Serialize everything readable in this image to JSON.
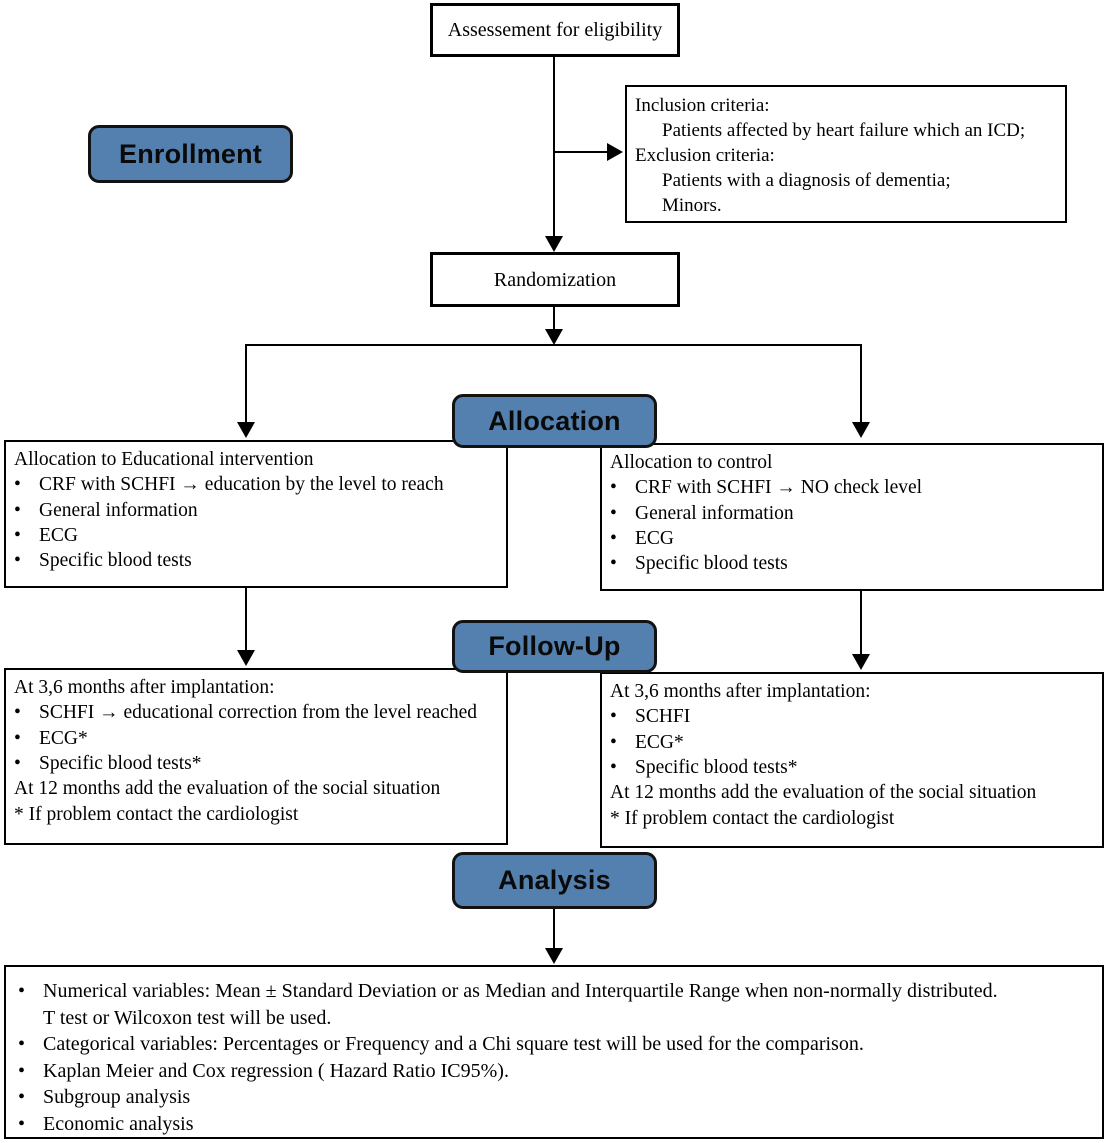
{
  "ui": {
    "accent_blue": "#5380af",
    "border_color": "#000000",
    "bullet_char": "•"
  },
  "flow": {
    "eligibility_box": {
      "label": "Assessement for eligibility"
    },
    "enrollment_stage": {
      "label": "Enrollment"
    },
    "criteria_box": {
      "lines": [
        {
          "indent": false,
          "text": "Inclusion criteria:"
        },
        {
          "indent": true,
          "text": "Patients affected by heart failure which an ICD;"
        },
        {
          "indent": false,
          "text": "Exclusion criteria:"
        },
        {
          "indent": true,
          "text": "Patients with a diagnosis of dementia;"
        },
        {
          "indent": true,
          "text": "Minors."
        }
      ]
    },
    "randomization_box": {
      "label": "Randomization"
    },
    "allocation_stage": {
      "label": "Allocation"
    },
    "allocation_intervention": {
      "title": "Allocation to Educational intervention",
      "bullets": [
        "CRF with SCHFI → education by the level to reach",
        "General information",
        "ECG",
        "Specific blood tests"
      ]
    },
    "allocation_control": {
      "title": "Allocation to control",
      "bullets": [
        "CRF with SCHFI → NO check level",
        "General information",
        "ECG",
        "Specific blood tests"
      ]
    },
    "followup_stage": {
      "label": "Follow-Up"
    },
    "followup_intervention": {
      "title": "At 3,6 months after implantation:",
      "bullets": [
        "SCHFI → educational correction from the level reached",
        "ECG*",
        "Specific blood tests*"
      ],
      "notes": [
        "At 12 months add the evaluation of the social situation",
        "* If problem contact the cardiologist"
      ]
    },
    "followup_control": {
      "title": "At 3,6 months after implantation:",
      "bullets": [
        "SCHFI",
        "ECG*",
        "Specific blood tests*"
      ],
      "notes": [
        "At 12 months add the evaluation of the social situation",
        "* If problem contact the cardiologist"
      ]
    },
    "analysis_stage": {
      "label": "Analysis"
    },
    "analysis_box": {
      "items": [
        {
          "bullet": true,
          "text": "Numerical variables: Mean ± Standard Deviation or as Median and Interquartile Range when non-normally distributed."
        },
        {
          "bullet": false,
          "text": "T test or Wilcoxon test will be used."
        },
        {
          "bullet": true,
          "text": "Categorical variables: Percentages or Frequency and a Chi square test will be used for the comparison."
        },
        {
          "bullet": true,
          "text": "Kaplan Meier and Cox regression ( Hazard Ratio IC95%)."
        },
        {
          "bullet": true,
          "text": "Subgroup analysis"
        },
        {
          "bullet": true,
          "text": "Economic analysis"
        }
      ]
    }
  }
}
